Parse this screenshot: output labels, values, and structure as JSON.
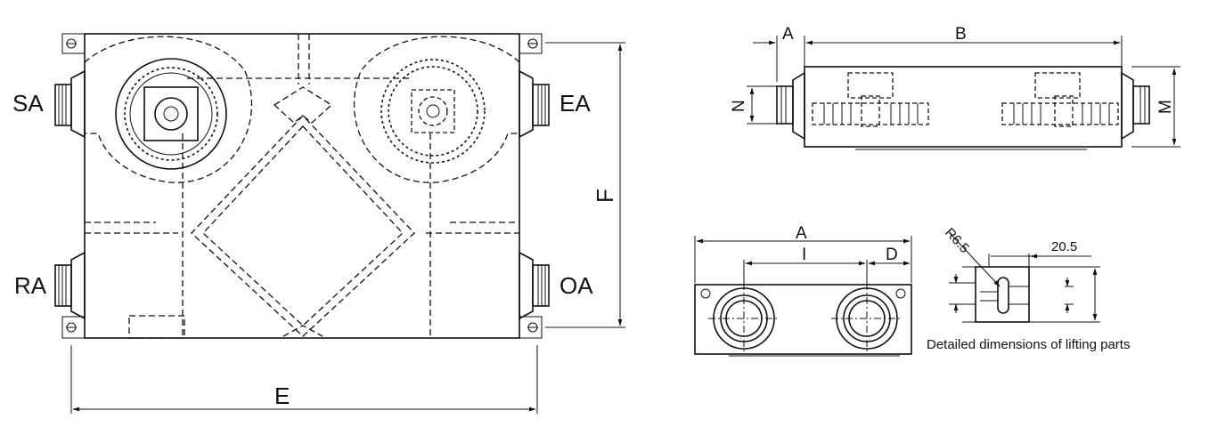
{
  "front_view": {
    "ports": {
      "sa": "SA",
      "ea": "EA",
      "ra": "RA",
      "oa": "OA"
    },
    "dim_width": "E",
    "dim_height": "F"
  },
  "top_view": {
    "dim_a": "A",
    "dim_b": "B",
    "dim_n": "N",
    "dim_m": "M"
  },
  "side_view": {
    "dim_a": "A",
    "dim_i": "I",
    "dim_d": "D"
  },
  "lifting_detail": {
    "radius": "R6.5",
    "width": "20.5",
    "caption": "Detailed dimensions of lifting parts"
  },
  "colors": {
    "line": "#111111",
    "background": "#ffffff"
  }
}
